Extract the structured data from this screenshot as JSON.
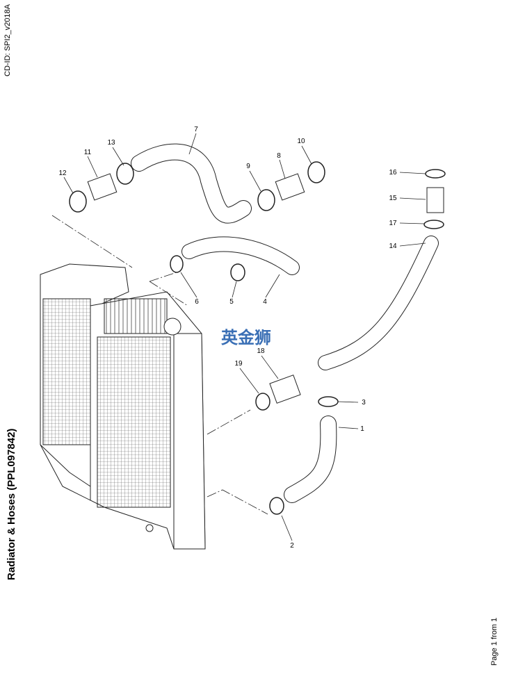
{
  "doc_id": "CD-ID: SPI2_v2018A",
  "title": "Radiator & Hoses (PPL097842)",
  "page_indicator": "Page 1 from 1",
  "watermark": "英金狮",
  "watermark_color": "#3a6fb5",
  "callouts": {
    "p1": "1",
    "p2": "2",
    "p3": "3",
    "p4": "4",
    "p5": "5",
    "p6": "6",
    "p7": "7",
    "p8": "8",
    "p9": "9",
    "p10": "10",
    "p11": "11",
    "p12": "12",
    "p13": "13",
    "p14": "14",
    "p15": "15",
    "p16": "16",
    "p17": "17",
    "p18": "18",
    "p19": "19"
  }
}
